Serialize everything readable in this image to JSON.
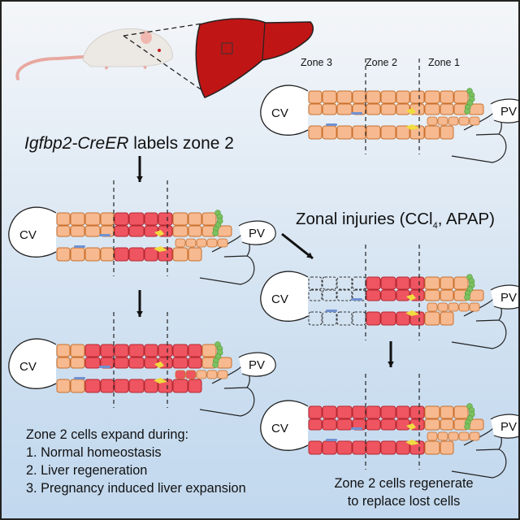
{
  "header": {
    "mouse_icon": "mouse-illustration",
    "liver_icon": "liver-illustration"
  },
  "labels": {
    "gene": "Igfbp2-CreER",
    "gene_suffix": " labels zone 2",
    "injury": "Zonal injuries (CCl",
    "injury_sub": "4",
    "injury_suffix": ", APAP)",
    "zone3": "Zone 3",
    "zone2": "Zone 2",
    "zone1": "Zone 1",
    "cv": "CV",
    "pv": "PV"
  },
  "expand_list": {
    "heading": "Zone 2 cells expand during:",
    "items": [
      "1. Normal homeostasis",
      "2. Liver regeneration",
      "3. Pregnancy induced liver expansion"
    ]
  },
  "regen_text": {
    "line1": "Zone 2 cells regenerate",
    "line2": "to replace lost cells"
  },
  "colors": {
    "hepatocyte": "#f7b98f",
    "hepatocyte_border": "#c8702c",
    "labeled": "#ee5560",
    "labeled_border": "#b52730",
    "cholangiocyte": "#7cc060",
    "stellate": "#f0dc40",
    "endothelial": "#7090d0",
    "liver": "#c01515"
  },
  "panels": [
    {
      "name": "reference",
      "zones": [
        "n",
        "n",
        "n"
      ]
    },
    {
      "name": "initial-labeling",
      "zones": [
        "n",
        "r",
        "n"
      ]
    },
    {
      "name": "homeostasis-expansion",
      "zones": [
        "mix",
        "r",
        "mix"
      ]
    },
    {
      "name": "injury-zone3",
      "zones": [
        "lost",
        "r",
        "n"
      ]
    },
    {
      "name": "regenerated",
      "zones": [
        "r",
        "r",
        "n"
      ]
    }
  ]
}
